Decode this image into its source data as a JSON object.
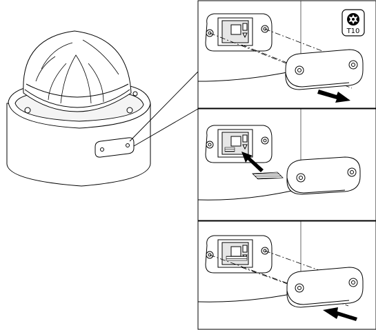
{
  "tool_badge": {
    "icon": "torx-star-icon",
    "label": "T10"
  },
  "panels": [
    {
      "step": 1,
      "action": "remove-cover",
      "arrow": "outward"
    },
    {
      "step": 2,
      "action": "insert-sd-card",
      "arrow": "inward"
    },
    {
      "step": 3,
      "action": "reinstall-cover",
      "arrow": "inward"
    }
  ],
  "colors": {
    "line": "#000000",
    "fill": "#ffffff",
    "shade": "#e6e6e6",
    "dark_shade": "#c8c8c8"
  }
}
